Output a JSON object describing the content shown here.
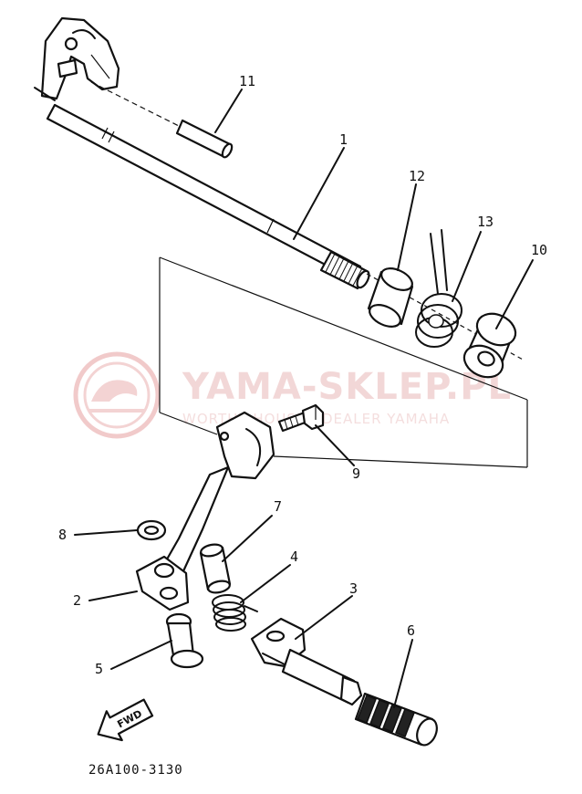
{
  "watermark": {
    "title": "YAMA-SKLEP.PL",
    "subtitle": "WORTHY HOUSE | DEALER YAMAHA",
    "accent_color": "#e03030"
  },
  "callouts": {
    "p1": "1",
    "p2": "2",
    "p3": "3",
    "p4": "4",
    "p5": "5",
    "p6": "6",
    "p7": "7",
    "p8": "8",
    "p9": "9",
    "p10": "10",
    "p11": "11",
    "p12": "12",
    "p13": "13"
  },
  "fwd_label": "FWD",
  "diagram_code": "26A100-3130"
}
